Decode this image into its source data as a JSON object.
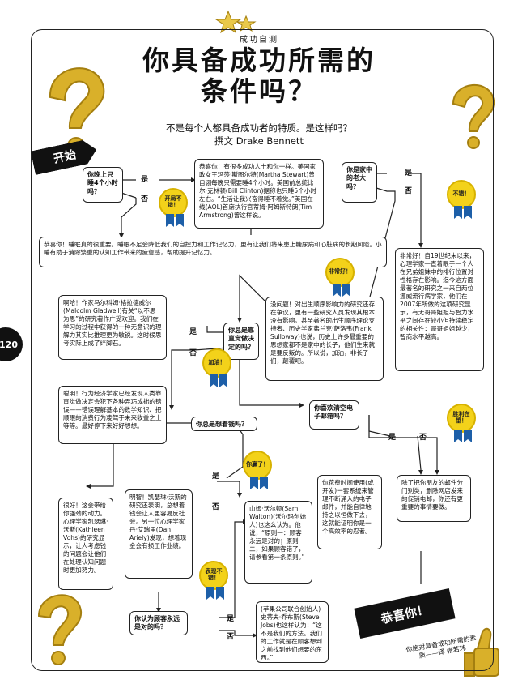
{
  "header": {
    "kicker": "成功自测",
    "title_line1": "你具备成功所需的",
    "title_line2": "条件吗？",
    "subtitle": "不是每个人都具备成功者的特质。是这样吗？",
    "author": "撰文 Drake Bennett"
  },
  "page_number": "120",
  "start_label": "开始",
  "yes": "是",
  "no": "否",
  "questions": {
    "q1": "你晚上只睡4个小时吗？",
    "q2": "你是家中的老大吗？",
    "q3": "你总是靠直觉做决定的吗？",
    "q4": "你喜欢清空电子邮箱吗？",
    "q5": "你总是想着钱吗？",
    "q6": "你认为顾客永远是对的吗？"
  },
  "nodes": {
    "sleep_yes": "恭喜你！有很多成功人士和你一样。美国家政女王玛莎·斯图尔特(Martha Stewart)曾自诩每晚只需要睡4个小时。美国前总统比尔·克林顿(Bill Clinton)据称也只睡5个小时左右。“生活让我兴奋得睡不着觉。”美国在线(AOL)首席执行官蒂姆·阿姆斯特朗(Tim Armstrong)曾这样说。",
    "sleep_no": "恭喜你！睡眠真的很重要。睡眠不足会降低我们的自控力和工作记忆力，更有让我们将来患上糖尿病和心脏病的长期风险。小睡有助于消除繁重的认知工作带来的疲惫感，帮助提升记忆力。",
    "firstborn_yes": "非常好！自19世纪末以来，心理学家一直着眼于一个人在兄弟姐妹中的排行位置对性格存在影响。迄今这方面最著名的研究之一来自两位挪威流行病学家，他们在2007年所做的这项研究显示，有无哥哥姐姐与智力水平之间存在较小但持续稳定的相关性：哥哥姐姐越少，智商水平越高。",
    "firstborn_no": "没问题！对出生顺序影响力的研究还存在争议，更有一些研究人员发现其根本没有影响。甚至著名的出生顺序理论支持者、历史学家弗兰克·萨洛韦(Frank Sulloway)也说，历史上许多最重要的思想家都不是家中的长子，他们生来就是要反叛的。所以说，加油，非长子们，颠覆吧。",
    "intuition_yes": "啊哈！作家马尔科姆·格拉德威尔(Malcolm Gladwell)有关“以不思为思”的研究著作广受欢迎。我们在学习的过程中获得的一种无意识的理解力其实比推理更为敏锐。这时候思考实际上成了绊脚石。",
    "intuition_no": "聪明！行为经济学家已经发现人类靠直觉做决定会犯下各种弄巧成拙的错误——错误理解基本的数学知识、把顺眼的消费行为凌驾于未来收益之上等等。最好停下来好好想想。",
    "money_yes": "很好！这会带给你强劲的动力。心理学家凯瑟琳·沃斯(Kathleen Vohs)的研究显示，让人考虑钱的问题会让他们在处理认知问题时更加努力。",
    "money_no": "明智！凯瑟琳·沃斯的研究还表明，总想着钱会让人更容易反社会。另一位心理学家丹·艾瑞里(Dan Ariely)发现，想着现金会有损工作业绩。",
    "customer_yes": "山姆·沃尔顿(Sam Walton)(沃尔玛创始人)也这么认为。他说，“原则一：顾客永远是对的；原则二，如果顾客错了，请参看第一条原则。”",
    "customer_no": "(苹果公司联合创始人)史蒂夫·乔布斯(Steve Jobs)也这样认为：“这不是我们的方法。我们的工作就是在顾客想到之前找到他们想要的东西。”",
    "email_yes": "你花费时间使用(或开发)一套系统来管理不断涌入的电子邮件，并能自律地持之以恒做下去，这就能证明你是一个高效率的忍者。",
    "email_no": "除了把你朋友的邮件分门别类，删除网店发来的促销电邮，你还有更重要的事情要做。"
  },
  "badges": [
    "开局不错！",
    "不错！",
    "非常好！",
    "加油！",
    "你赢了！",
    "表现不错！",
    "胜利在望！"
  ],
  "finish": {
    "label": "恭喜你！",
    "note": "你绝对具备成功所需的素质——译 张若玮"
  },
  "colors": {
    "badge_gold": "#f3d21a",
    "ribbon_blue": "#1d5fa8",
    "ink": "#111111"
  }
}
